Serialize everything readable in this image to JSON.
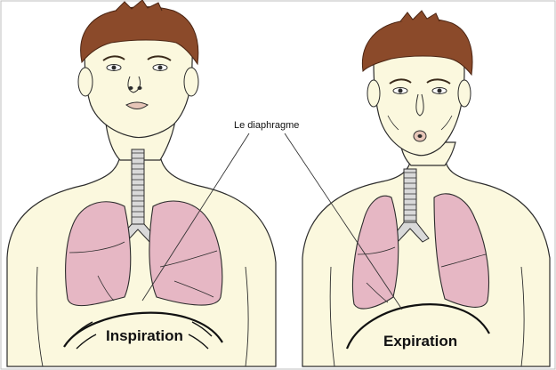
{
  "labels": {
    "diaphragm": "Le diaphragme",
    "inspiration": "Inspiration",
    "expiration": "Expiration"
  },
  "colors": {
    "skin": "#fbf8de",
    "hair": "#8b4a2a",
    "lung": "#e6b7c4",
    "outline": "#2c2c2c",
    "trachea": "#d9d9d9"
  }
}
